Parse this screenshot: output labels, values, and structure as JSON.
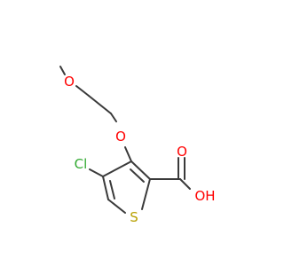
{
  "molecule": {
    "atom_labels": {
      "methoxy_o": "O",
      "ether_o": "O",
      "chlorine": "Cl",
      "sulfur": "S",
      "carbonyl_o": "O",
      "hydroxyl": "OH"
    },
    "colors": {
      "bond": "#3a3a3a",
      "oxygen": "#ff0000",
      "chlorine": "#33aa33",
      "sulfur": "#b8a000"
    }
  }
}
